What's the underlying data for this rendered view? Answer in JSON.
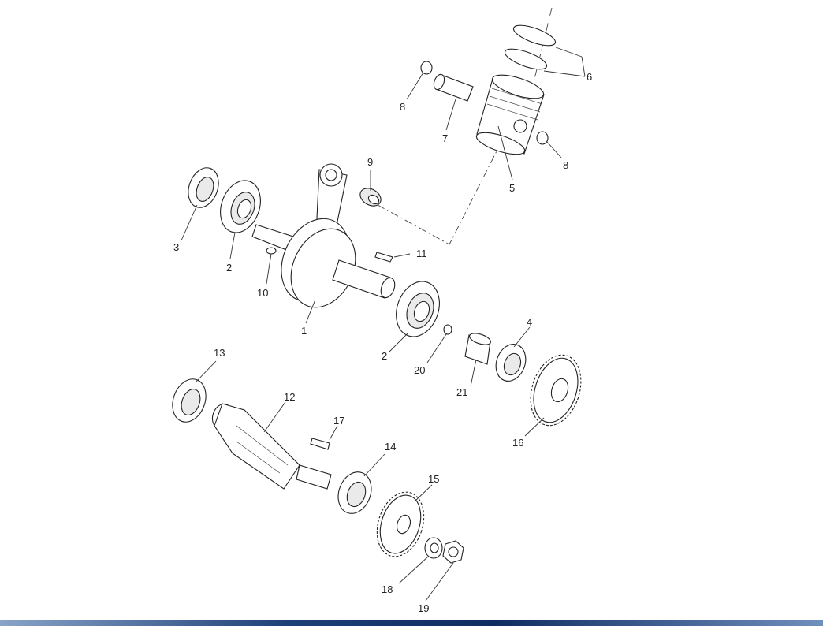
{
  "labels": {
    "p1": "1",
    "p2a": "2",
    "p2b": "2",
    "p3": "3",
    "p4": "4",
    "p5": "5",
    "p6": "6",
    "p7": "7",
    "p8a": "8",
    "p8b": "8",
    "p9": "9",
    "p10": "10",
    "p11": "11",
    "p12": "12",
    "p13": "13",
    "p14": "14",
    "p15": "15",
    "p16": "16",
    "p17": "17",
    "p18": "18",
    "p19": "19",
    "p20": "20",
    "p21": "21"
  },
  "colors": {
    "line": "#222222",
    "bar_dark": "#0f2c62",
    "bar_light": "#8aa4c8"
  }
}
